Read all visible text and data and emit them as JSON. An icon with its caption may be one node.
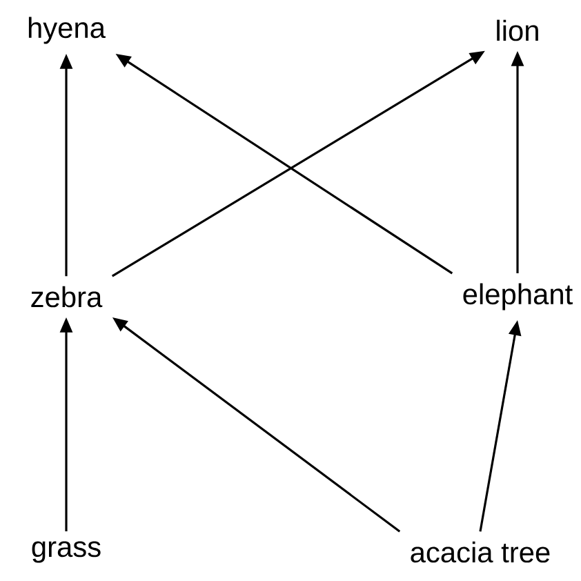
{
  "diagram": {
    "nodes": [
      {
        "text": [
          "hyena"
        ]
      },
      {
        "text": [
          "lion"
        ]
      },
      {
        "text": [
          "zebra"
        ]
      },
      {
        "text": [
          "elephant"
        ]
      },
      {
        "text": [
          "grass"
        ]
      },
      {
        "text": [
          "acacia tree"
        ]
      }
    ],
    "edges": [
      {
        "from": 2,
        "to": 0,
        "arrow": "to"
      },
      {
        "from": 2,
        "to": 1,
        "arrow": "to"
      },
      {
        "from": 3,
        "to": 0,
        "arrow": "to"
      },
      {
        "from": 3,
        "to": 1,
        "arrow": "to"
      },
      {
        "from": 4,
        "to": 2,
        "arrow": "to"
      },
      {
        "from": 5,
        "to": 2,
        "arrow": "to"
      },
      {
        "from": 5,
        "to": 3,
        "arrow": "to"
      }
    ]
  }
}
